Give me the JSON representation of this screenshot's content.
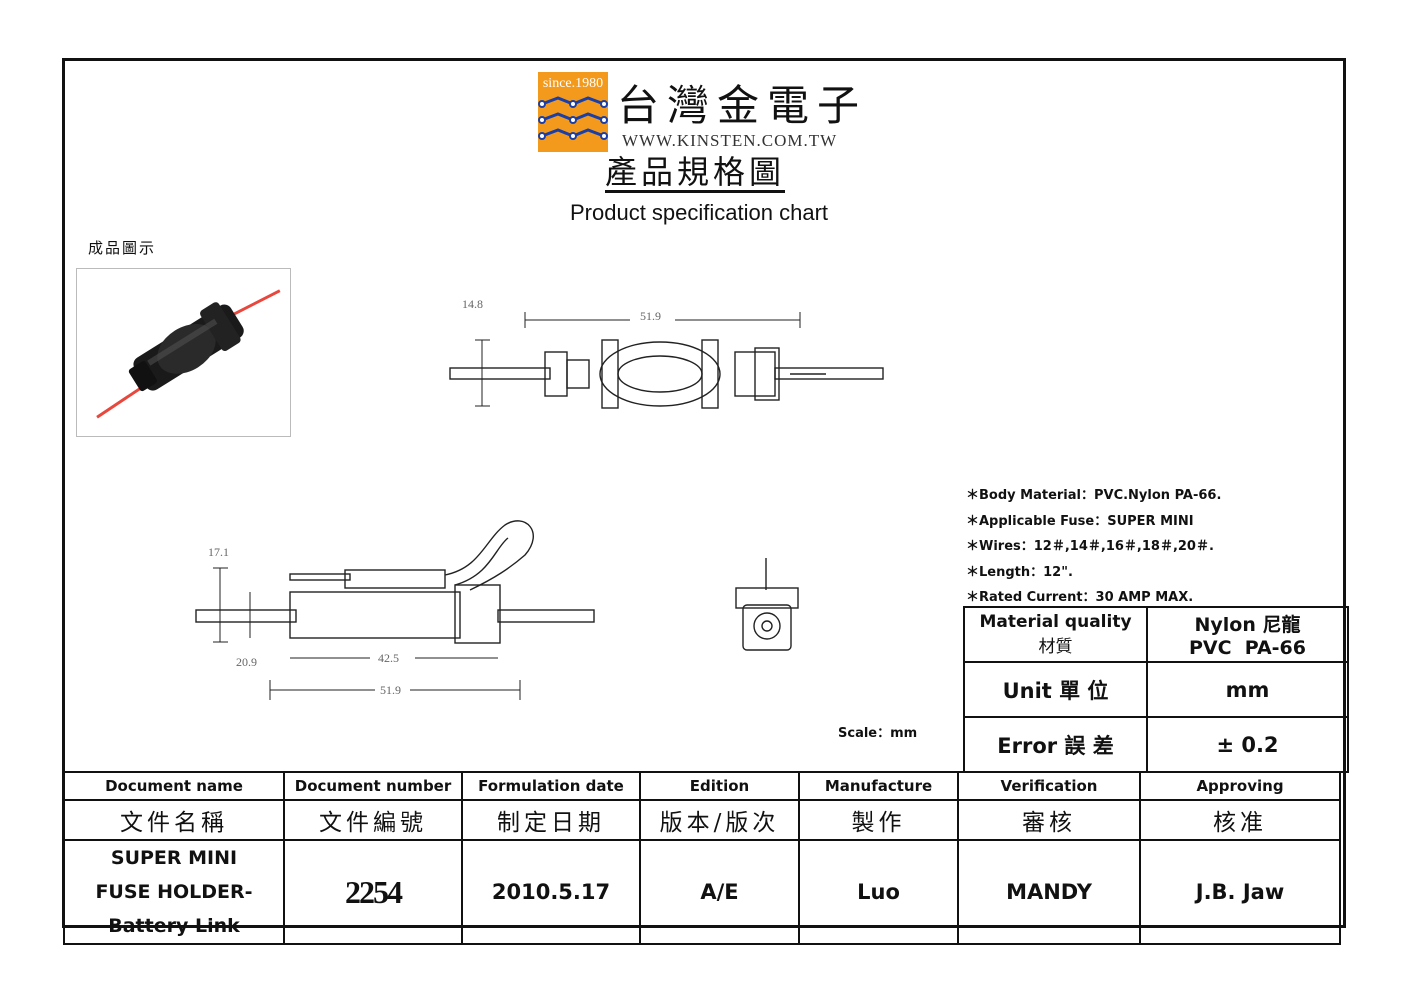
{
  "header": {
    "logo_since": "since.1980",
    "company_name": "台灣金電子",
    "company_url": "WWW.KINSTEN.COM.TW",
    "title_zh": "產品規格圖",
    "title_en": "Product specification chart"
  },
  "photo_label": "成品圖示",
  "dimensions": {
    "top_height": "14.8",
    "top_length": "51.9",
    "side_height": "17.1",
    "side_small": "20.9",
    "side_body": "42.5",
    "side_length": "51.9"
  },
  "specs": [
    "＊Body Material：PVC.Nylon PA-66.",
    "＊Applicable Fuse：SUPER MINI",
    "＊Wires：12＃,14＃,16＃,18＃,20＃.",
    "＊Length：12\".",
    "＊Rated Current：30 AMP MAX."
  ],
  "scale": "Scale：mm",
  "material_table": {
    "material_label": "Material quality",
    "material_label_zh": "材質",
    "material_value_1": "Nylon 尼龍",
    "material_value_2": "PVC  PA-66",
    "unit_label": "Unit 單 位",
    "unit_value": "mm",
    "error_label": "Error 誤 差",
    "error_value": "± 0.2"
  },
  "doc_table": {
    "headers": [
      "Document name",
      "Document number",
      "Formulation date",
      "Edition",
      "Manufacture",
      "Verification",
      "Approving"
    ],
    "headers_zh": [
      "文件名稱",
      "文件編號",
      "制定日期",
      "版本/版次",
      "製作",
      "審核",
      "核准"
    ],
    "name_lines": [
      "SUPER MINI",
      "FUSE HOLDER-",
      "Battery Link"
    ],
    "number": "2254",
    "date": "2010.5.17",
    "edition": "A/E",
    "manufacture": "Luo",
    "verification": "MANDY",
    "approving": "J.B. Jaw"
  },
  "colors": {
    "logo_orange": "#f39a1d",
    "logo_blue": "#1b3fa8",
    "wire_red": "#e8473d"
  }
}
